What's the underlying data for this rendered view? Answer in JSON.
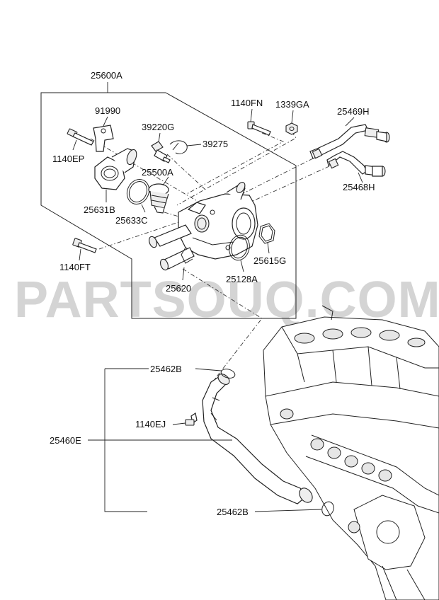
{
  "watermark": "PARTSOUQ.COM",
  "parts": {
    "p25600A": "25600A",
    "p91990": "91990",
    "p1140EP": "1140EP",
    "p25631B": "25631B",
    "p39220G": "39220G",
    "p39275": "39275",
    "p25500A": "25500A",
    "p25633C": "25633C",
    "p1140FN": "1140FN",
    "p1339GA": "1339GA",
    "p25469H": "25469H",
    "p25468H": "25468H",
    "p25615G": "25615G",
    "p25128A": "25128A",
    "p25620": "25620",
    "p1140FT": "1140FT",
    "p25462B_top": "25462B",
    "p1140EJ": "1140EJ",
    "p25460E": "25460E",
    "p25462B_bottom": "25462B"
  }
}
